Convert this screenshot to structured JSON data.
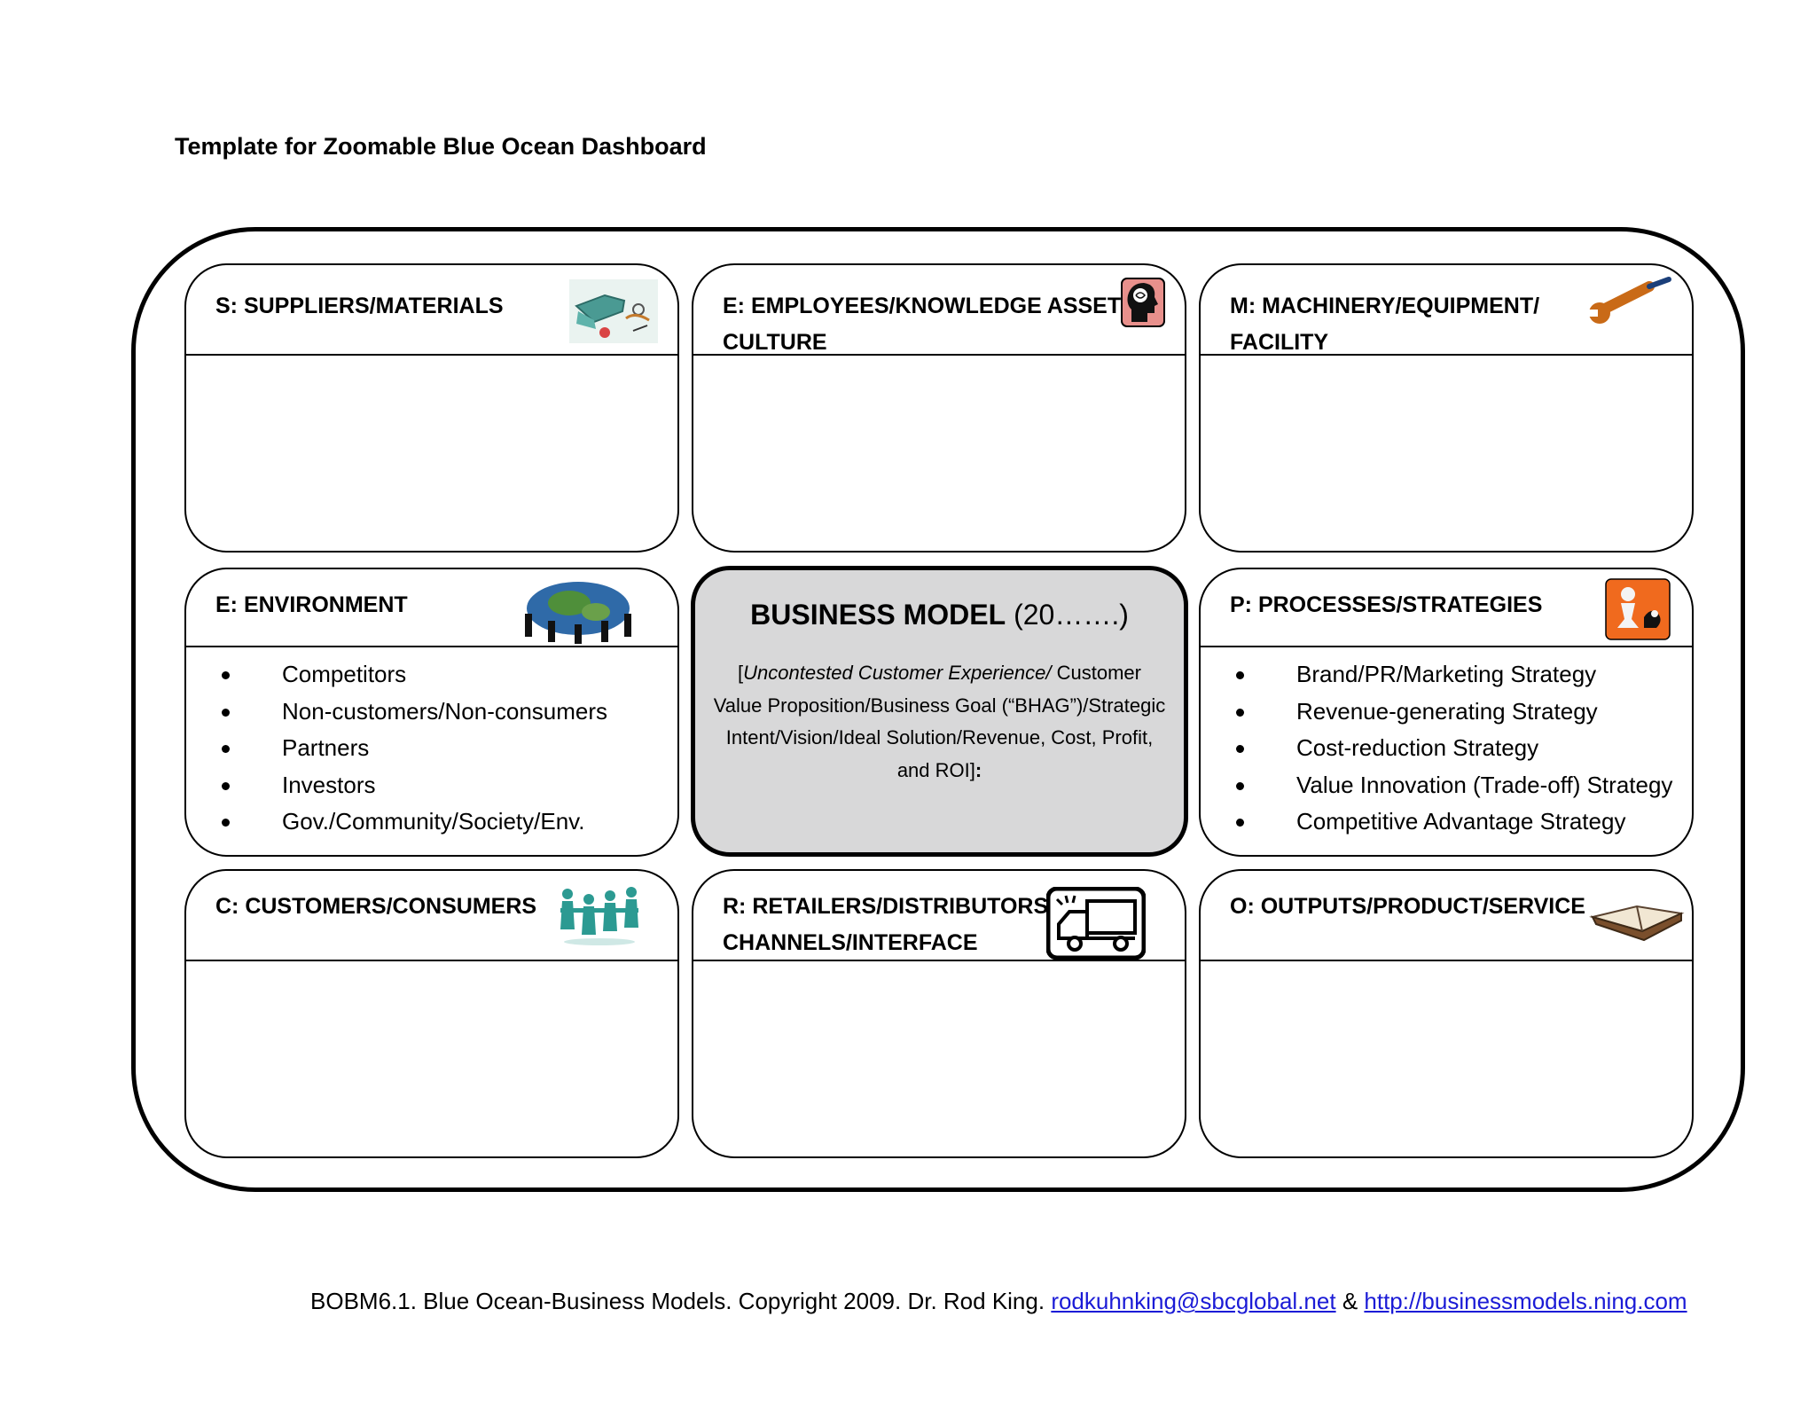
{
  "page_title": "Template for Zoomable Blue Ocean Dashboard",
  "cells": {
    "suppliers": {
      "title": "S: SUPPLIERS/MATERIALS",
      "icon": "materials-icon"
    },
    "employees": {
      "title_line1": "E: EMPLOYEES/KNOWLEDGE ASSETS/",
      "title_line2": "CULTURE",
      "icon": "brain-head-icon"
    },
    "machinery": {
      "title_line1": "M: MACHINERY/EQUIPMENT/",
      "title_line2": "FACILITY",
      "icon": "wrench-icon"
    },
    "environment": {
      "title": "E: ENVIRONMENT",
      "icon": "globe-people-icon",
      "items": [
        "Competitors",
        "Non-customers/Non-consumers",
        "Partners",
        "Investors",
        "Gov./Community/Society/Env."
      ]
    },
    "processes": {
      "title": "P: PROCESSES/STRATEGIES",
      "icon": "chess-pawn-icon",
      "items": [
        "Brand/PR/Marketing Strategy",
        "Revenue-generating Strategy",
        "Cost-reduction Strategy",
        "Value Innovation (Trade-off) Strategy",
        "Competitive Advantage Strategy"
      ]
    },
    "customers": {
      "title": "C: CUSTOMERS/CONSUMERS",
      "icon": "people-chain-icon"
    },
    "retailers": {
      "title_line1": "R: RETAILERS/DISTRIBUTORS/",
      "title_line2": "CHANNELS/INTERFACE",
      "icon": "delivery-truck-icon"
    },
    "outputs": {
      "title": "O: OUTPUTS/PRODUCT/SERVICE",
      "icon": "open-book-icon"
    }
  },
  "center": {
    "title_bold": "BUSINESS MODEL",
    "title_year": "(20…….)",
    "desc_italic": "Uncontested Customer Experience",
    "desc_open": "[",
    "desc_slash": "/",
    "desc_rest": "Customer Value Proposition/Business Goal (“BHAG”)/Strategic Intent/Vision/Ideal Solution/Revenue, Cost, Profit, and ROI]",
    "desc_colon": ":"
  },
  "footer": {
    "text": "BOBM6.1. Blue Ocean-Business Models. Copyright 2009. Dr. Rod King. ",
    "email": "rodkuhnking@sbcglobal.net",
    "amp": " & ",
    "url": "http://businessmodels.ning.com"
  },
  "colors": {
    "center_fill": "#d8d8d9",
    "link": "#1b1bd6"
  }
}
